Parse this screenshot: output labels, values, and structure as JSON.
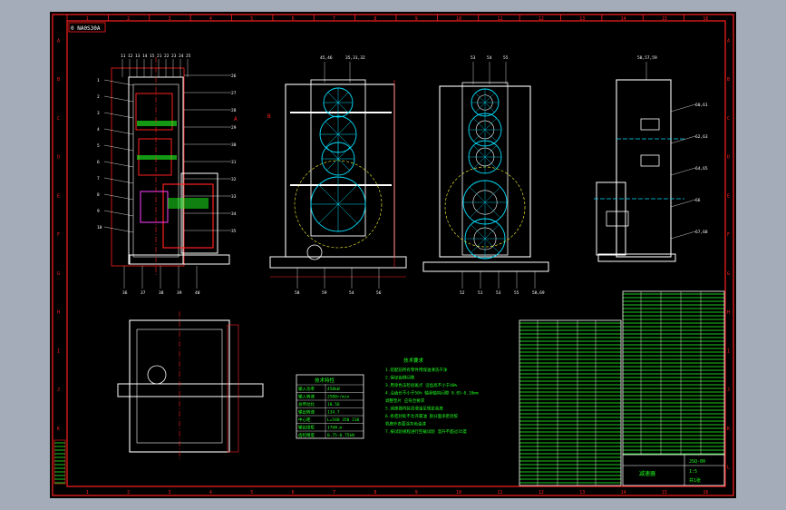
{
  "window": {
    "title": "",
    "background": "#a3acb8"
  },
  "drawing": {
    "stamp": "0 NA0S30A",
    "border_numbers": [
      "1",
      "2",
      "3",
      "4",
      "5",
      "6",
      "7",
      "8",
      "9",
      "10",
      "11",
      "12",
      "13",
      "14",
      "15",
      "16"
    ],
    "border_letters": [
      "A",
      "B",
      "C",
      "D",
      "E",
      "F",
      "G",
      "H",
      "I",
      "J",
      "K",
      "L"
    ],
    "section_labels": {
      "a": "A",
      "b": "B"
    },
    "view1_callouts_top": [
      "11",
      "12",
      "13",
      "14",
      "15",
      "21",
      "22",
      "23",
      "24",
      "25"
    ],
    "view1_callouts_left": [
      "1",
      "2",
      "3",
      "4",
      "5",
      "6",
      "7",
      "8",
      "9",
      "10"
    ],
    "view1_callouts_right": [
      "26",
      "27",
      "28",
      "29",
      "30",
      "31",
      "32",
      "33",
      "34",
      "35"
    ],
    "view1_callouts_bottom": [
      "36",
      "37",
      "38",
      "39",
      "40"
    ],
    "view2_callouts_top": [
      "45,46",
      "35,31,32"
    ],
    "view2_callouts_bottom": [
      "58",
      "59",
      "54",
      "56"
    ],
    "view3_callouts_top": [
      "53",
      "54",
      "55"
    ],
    "view3_callouts_bottom": [
      "52",
      "51",
      "53",
      "55",
      "58,69"
    ],
    "view4_callouts_top": [
      "58,57,59"
    ],
    "view4_callouts_right": [
      "60,61",
      "62,63",
      "64,65",
      "66",
      "67,68"
    ]
  },
  "spec_table": {
    "title": "技术特性",
    "rows": [
      {
        "label": "输入功率",
        "value": "450kW"
      },
      {
        "label": "输入转速",
        "value": "2500r/min"
      },
      {
        "label": "总传动比",
        "value": "18.56"
      },
      {
        "label": "输出转速",
        "value": "134.7"
      },
      {
        "label": "中心距",
        "value": "L=540 350 210"
      },
      {
        "label": "输出扭矩",
        "value": "17kN.m"
      },
      {
        "label": "齿轮精度",
        "value": "0.75-0.75kN"
      }
    ]
  },
  "notes": {
    "title": "技术要求",
    "lines": [
      "1.装配前所有零件用煤油清洗干净",
      "2.保证齿侧间隙",
      "3.用涂色法检验斑点 沿齿高不小于40%",
      "4.沿齿长不小于50% 轴承轴向间隙 0.05-0.10mm",
      "  调整垫片 应符合要求",
      "5.减速器内装润滑油至规定高度",
      "6.各密封处不允许漏油 剖分面涂密封胶",
      "  机座外表面涂灰色油漆",
      "7.按试验规程进行空载试验 温升不超过35度"
    ]
  },
  "title_block": {
    "title": "减速器",
    "code": "JSQ-00",
    "scale": "1:5",
    "sheet": "共1张"
  },
  "colors": {
    "red": "#ff2020",
    "white": "#ffffff",
    "green": "#20ff20",
    "cyan": "#00e0ff",
    "yellow": "#ffff30",
    "magenta": "#ff40ff"
  }
}
